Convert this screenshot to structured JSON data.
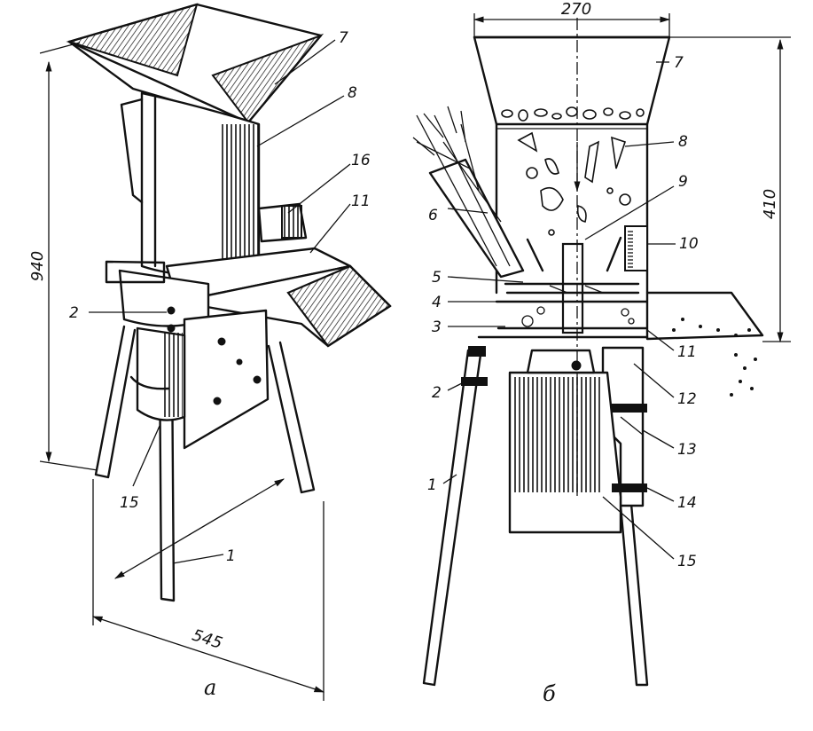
{
  "view_a": {
    "caption": "а",
    "dims": {
      "height": "940",
      "width": "545"
    },
    "labels": {
      "n1": "1",
      "n2": "2",
      "n7": "7",
      "n8": "8",
      "n11": "11",
      "n15": "15",
      "n16": "16"
    }
  },
  "view_b": {
    "caption": "б",
    "dims": {
      "top": "270",
      "side": "410"
    },
    "labels": {
      "n1": "1",
      "n2": "2",
      "n3": "3",
      "n4": "4",
      "n5": "5",
      "n6": "6",
      "n7": "7",
      "n8": "8",
      "n9": "9",
      "n10": "10",
      "n11": "11",
      "n12": "12",
      "n13": "13",
      "n14": "14",
      "n15": "15"
    }
  }
}
